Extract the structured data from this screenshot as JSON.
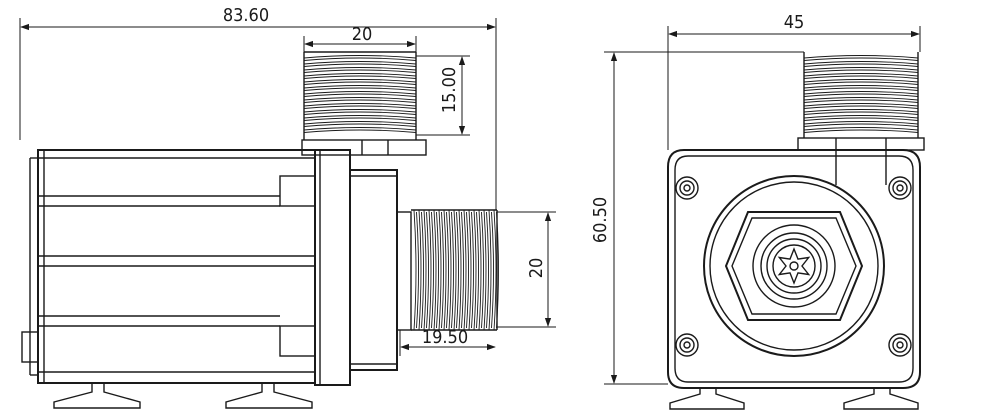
{
  "drawing": {
    "dimensions": {
      "overall_length": "83.60",
      "top_outlet_width": "20",
      "top_outlet_height": "15.00",
      "side_inlet_diameter": "20",
      "side_inlet_length": "19.50",
      "front_width": "45",
      "front_height": "60.50"
    }
  }
}
